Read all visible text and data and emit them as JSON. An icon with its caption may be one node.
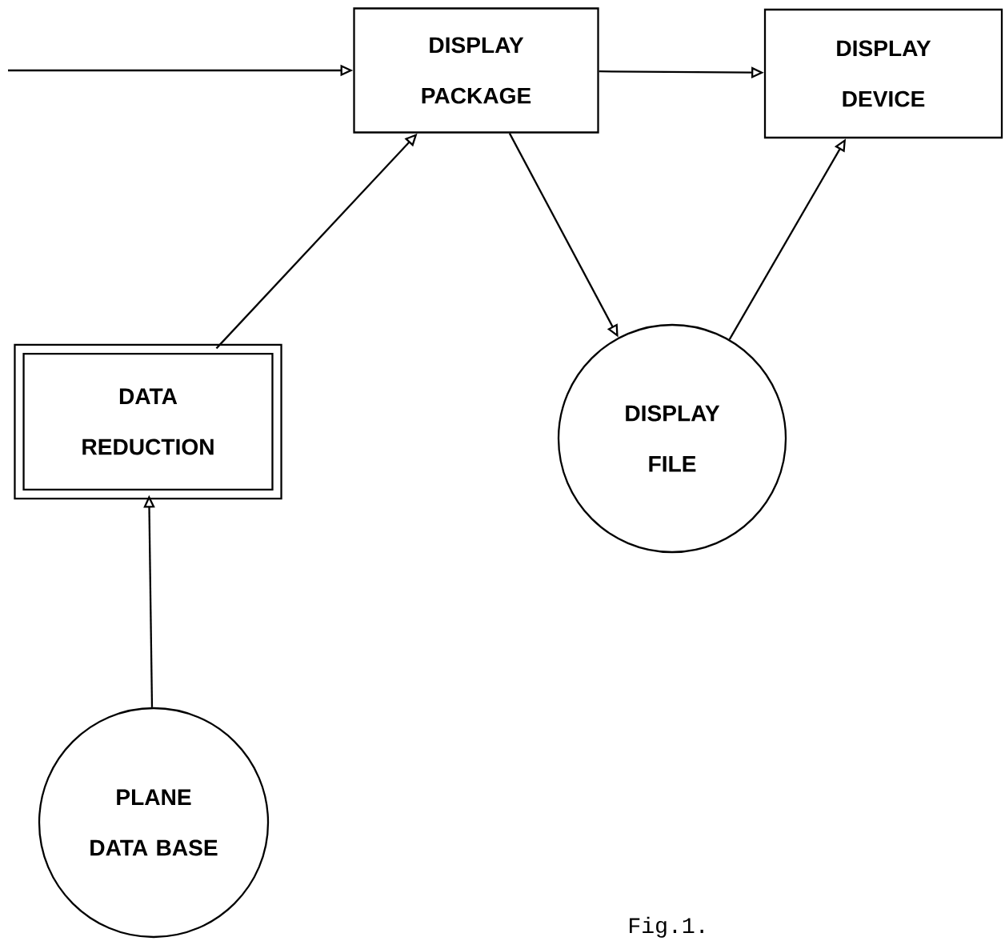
{
  "diagram": {
    "caption": "Fig.1.",
    "nodes": [
      {
        "text": [
          "DISPLAY PACKAGE"
        ]
      },
      {
        "text": [
          "DISPLAY DEVICE"
        ]
      },
      {
        "text": [
          "DATA REDUCTION"
        ]
      },
      {
        "text": [
          "DISPLAY FILE"
        ]
      },
      {
        "text": [
          "PLANE DATA BASE"
        ]
      }
    ],
    "edges": [
      {
        "from": null,
        "to": 0,
        "arrow": "to"
      },
      {
        "from": 0,
        "to": 1,
        "arrow": "to"
      },
      {
        "from": 2,
        "to": 0,
        "arrow": "to"
      },
      {
        "from": 0,
        "to": 3,
        "arrow": "to"
      },
      {
        "from": 3,
        "to": 1,
        "arrow": "to"
      },
      {
        "from": 4,
        "to": 2,
        "arrow": "to"
      }
    ]
  }
}
